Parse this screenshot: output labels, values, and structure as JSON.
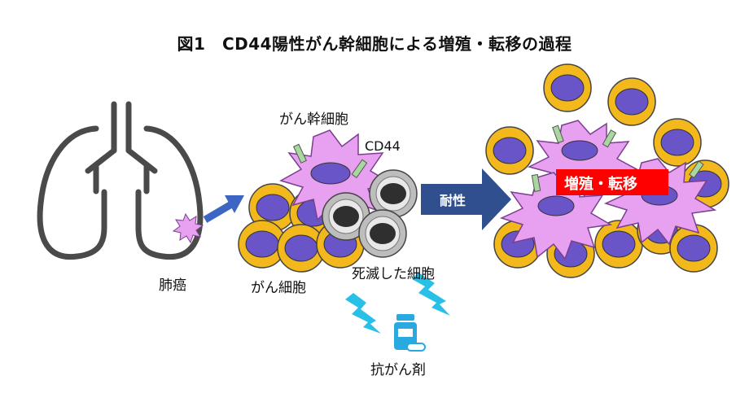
{
  "title": "図1　CD44陽性がん幹細胞による増殖・転移の過程",
  "labels": {
    "lung_cancer": "肺癌",
    "cancer_stem_cell": "がん幹細胞",
    "cd44": "CD44",
    "cancer_cell": "がん細胞",
    "dead_cell": "死滅した細胞",
    "anticancer_drug": "抗がん剤",
    "resistance": "耐性",
    "proliferation_metastasis": "増殖・転移"
  },
  "colors": {
    "stem_cell": "#e8a0f0",
    "nucleus": "#7b4fc4",
    "cancer_cell_ring": "#f2b81c",
    "dead_cell": "#a9a9a9",
    "arrow": "#2f4f8f",
    "drug": "#2aa8e0",
    "highlight": "#ff0000",
    "lung_outline": "#555555"
  }
}
